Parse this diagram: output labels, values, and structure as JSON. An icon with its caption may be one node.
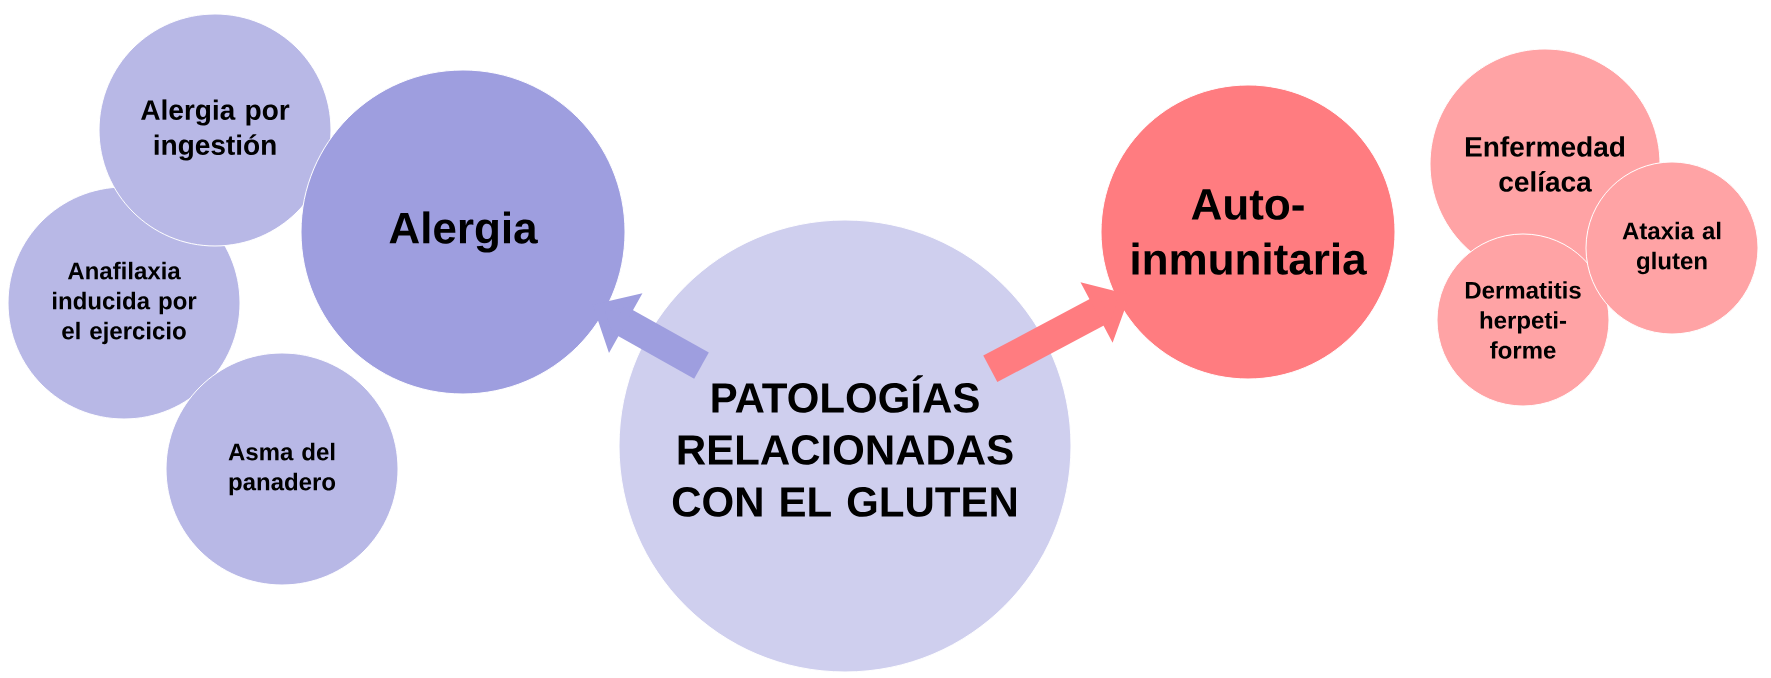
{
  "diagram": {
    "nodes": [
      {
        "text": [
          "Alergia por ingestión"
        ]
      },
      {
        "text": [
          "Anafilaxia inducida por el ejercicio"
        ]
      },
      {
        "text": [
          "Asma del panadero"
        ]
      },
      {
        "text": [
          "Alergia"
        ]
      },
      {
        "text": [
          "PATOLOGÍAS RELACIONADAS CON EL GLUTEN"
        ]
      },
      {
        "text": [
          "Auto-inmunitaria"
        ]
      },
      {
        "text": [
          "Enfermedad celíaca"
        ]
      },
      {
        "text": [
          "Dermatitis herpeti-forme"
        ]
      },
      {
        "text": [
          "Ataxia al gluten"
        ]
      }
    ],
    "edges": [
      {
        "from": 4,
        "to": 3,
        "arrow": "to",
        "color": "#9e9edf"
      },
      {
        "from": 4,
        "to": 5,
        "arrow": "to",
        "color": "#ff7c80"
      }
    ]
  }
}
